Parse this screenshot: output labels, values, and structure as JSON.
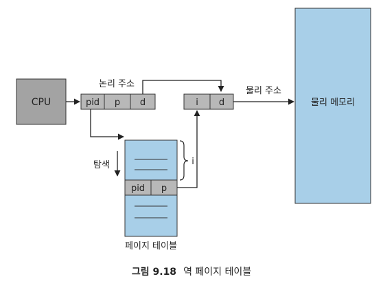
{
  "diagram": {
    "cpu_label": "CPU",
    "logical_address_label": "논리 주소",
    "logical_fields": [
      "pid",
      "p",
      "d"
    ],
    "physical_address_label": "물리 주소",
    "physical_fields": [
      "i",
      "d"
    ],
    "physical_memory_label": "물리 메모리",
    "search_label": "탐색",
    "index_label": "i",
    "table_entry_fields": [
      "pid",
      "p"
    ],
    "page_table_label": "페이지 테이블"
  },
  "caption": {
    "label": "그림 9.18",
    "text": "역 페이지 테이블"
  },
  "colors": {
    "cpu_fill": "#a3a3a3",
    "register_fill": "#b8b8b8",
    "table_fill": "#a8cfe8",
    "entry_fill": "#b8b8b8",
    "memory_fill": "#a8cfe8",
    "stroke": "#333333"
  }
}
